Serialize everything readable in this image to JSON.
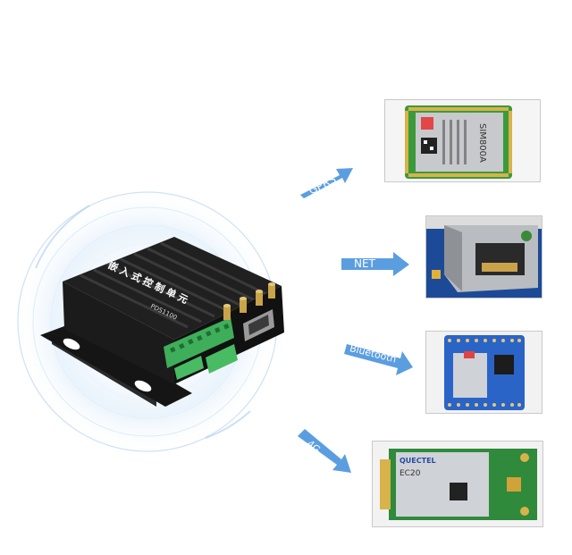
{
  "device": {
    "title_chars": [
      "嵌",
      "入",
      "式",
      "控",
      "制",
      "单",
      "元"
    ],
    "model": "PDS1100"
  },
  "modules": {
    "gprs": {
      "arrow_label": "GPRS",
      "chip_label": "SIM800A"
    },
    "net": {
      "arrow_label": "NET"
    },
    "bluetooth": {
      "arrow_label": "Bluetooth"
    },
    "fourg": {
      "arrow_label": "4G",
      "chip_brand": "QUECTEL",
      "chip_model": "EC20"
    }
  },
  "colors": {
    "arrow": "#5b9ee0",
    "ring": "#bcd8f2",
    "device_body": "#1b1b1b",
    "terminal_green": "#3fae5a",
    "antenna_gold": "#c9a24a",
    "pcb_green": "#2f8a3b",
    "pcb_blue": "#1d4a96"
  }
}
